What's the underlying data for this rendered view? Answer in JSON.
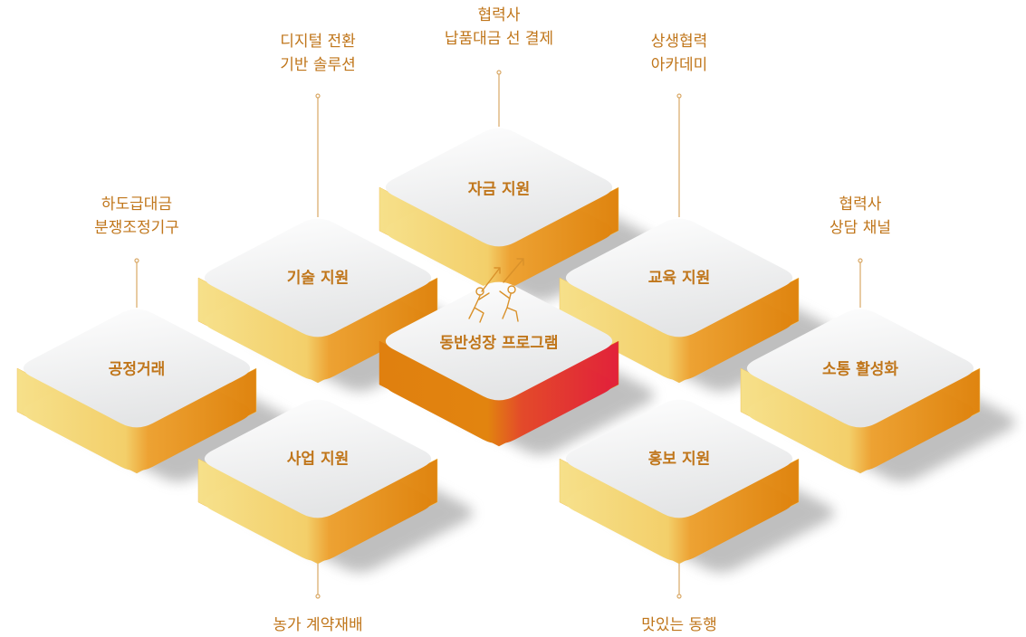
{
  "diagram": {
    "center": {
      "label": "동반성장 프로그램"
    },
    "tiles": {
      "finance": "자금 지원",
      "tech": "기술 지원",
      "education": "교육 지원",
      "fair": "공정거래",
      "comm": "소통 활성화",
      "business": "사업 지원",
      "promo": "홍보 지원"
    },
    "callouts": {
      "finance": [
        "협력사",
        "납품대금 선 결제"
      ],
      "tech": [
        "디지털 전환",
        "기반 솔루션"
      ],
      "education": [
        "상생협력",
        "아카데미"
      ],
      "fair": [
        "하도급대금",
        "분쟁조정기구"
      ],
      "comm": [
        "협력사",
        "상담 채널"
      ],
      "business": [
        "농가 계약재배"
      ],
      "promo": [
        "맛있는 동행"
      ]
    }
  },
  "colors": {
    "text": "#c0761b",
    "top_light": "#ffffff",
    "top_shade": "#e6e7e8",
    "side_light": "#f5df86",
    "side_dark": "#e28a12",
    "center_orange": "#e07b12",
    "center_red": "#e3233a",
    "line": "#d9a865",
    "shadow": "#8a8a8a"
  },
  "icons": [
    "growth-people-icon"
  ]
}
